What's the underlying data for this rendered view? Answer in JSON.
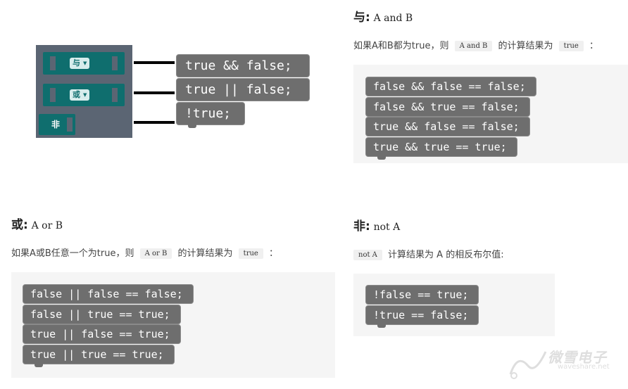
{
  "toolbox": {
    "and_label": "与",
    "or_label": "或",
    "not_label": "非"
  },
  "demo_blocks": [
    "true && false;",
    "true || false;",
    "!true;"
  ],
  "and_section": {
    "title_char": "与:",
    "title_sub": "A and B",
    "desc_before": "如果A和B都为true，则",
    "desc_code": "A and B",
    "desc_middle": "的计算结果为",
    "desc_code2": "true",
    "desc_after": "：",
    "examples": [
      "false && false == false;",
      "false && true == false;",
      "true && false == false;",
      "true && true == true;"
    ]
  },
  "or_section": {
    "title_char": "或:",
    "title_sub": "A or B",
    "desc_before": "如果A或B任意一个为true，则",
    "desc_code": "A or B",
    "desc_middle": "的计算结果为",
    "desc_code2": "true",
    "desc_after": "：",
    "examples": [
      "false || false == false;",
      "false || true == true;",
      "true || false == true;",
      "true || true == true;"
    ]
  },
  "not_section": {
    "title_char": "非:",
    "title_sub": "not A",
    "desc_code": "not A",
    "desc_after": "计算结果为 A 的相反布尔值:",
    "examples": [
      "!false == true;",
      "!true == false;"
    ]
  },
  "watermark": {
    "text": "微雪电子",
    "sub": "waveshare.net"
  }
}
